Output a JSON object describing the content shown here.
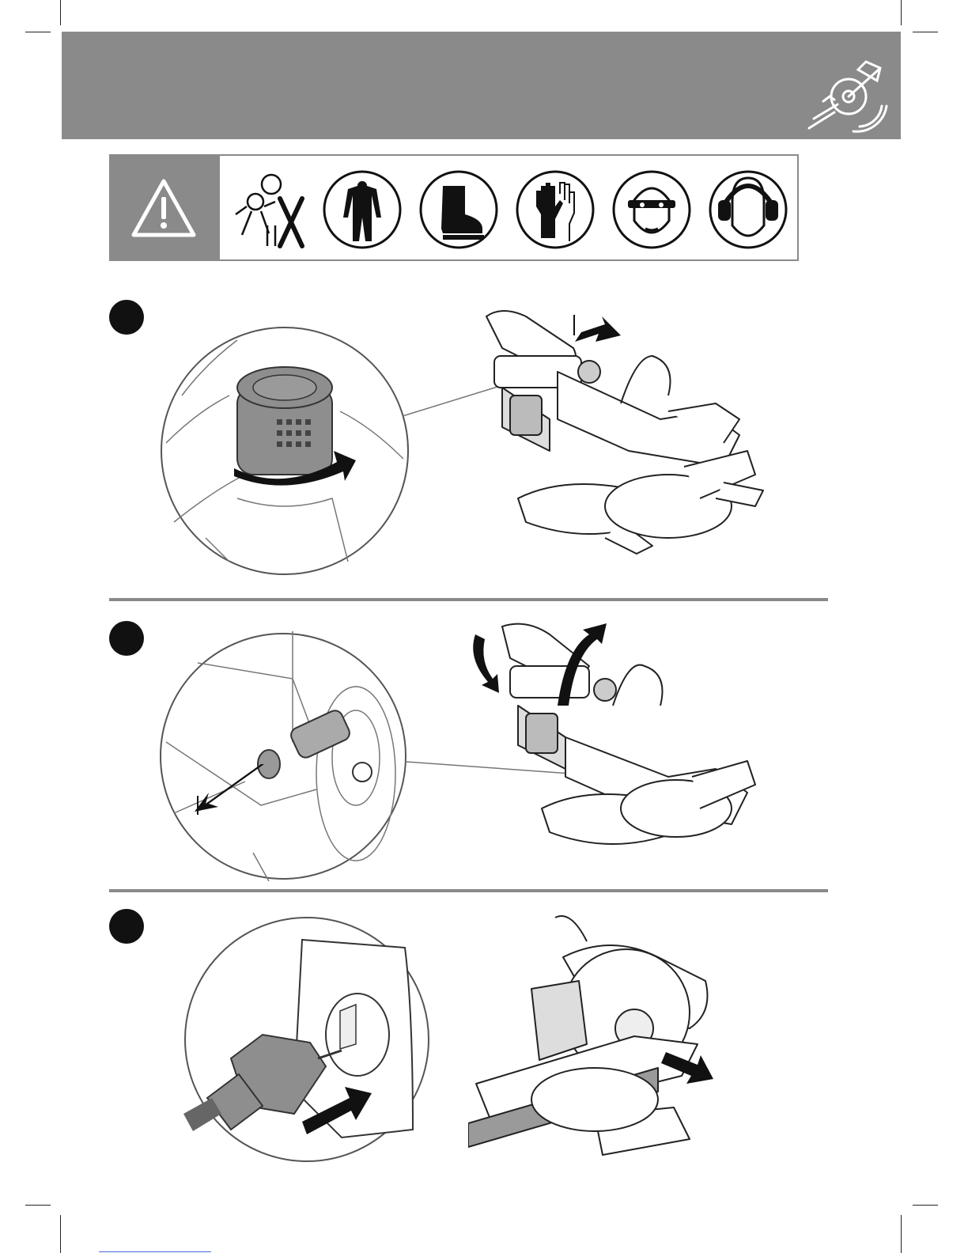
{
  "page": {
    "header": {
      "badge_icon": "miter-saw-icon",
      "band_color": "#8a8a8a"
    },
    "safety_strip": {
      "warning_icon": "warning-triangle-icon",
      "icons": [
        "keep-children-away-icon",
        "protective-clothing-icon",
        "safety-boots-icon",
        "protective-gloves-icon",
        "safety-glasses-icon",
        "ear-protection-icon"
      ]
    },
    "steps": [
      {
        "icon": "step-1-marker",
        "detail": "rotate-knob-detail",
        "overview": "saw-push-arm-back"
      },
      {
        "icon": "step-2-marker",
        "detail": "pull-lock-pin-detail",
        "overview": "saw-raise-arm"
      },
      {
        "icon": "step-3-marker",
        "detail": "plug-into-socket-detail",
        "overview": "saw-cut-board"
      }
    ],
    "colors": {
      "accent_gray": "#8a8a8a",
      "ink": "#111111"
    }
  }
}
